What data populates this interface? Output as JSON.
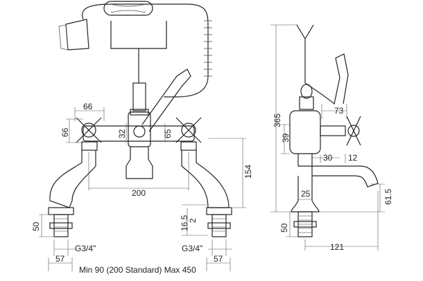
{
  "front_view": {
    "dims": {
      "handle_width": "66",
      "valve_height": "66",
      "body_center": "32",
      "right_offset": "65",
      "center_distance": "200",
      "overall_height_front": "154",
      "offset_small": "16.5",
      "offset_2": "2",
      "shank_length_left": "50",
      "thread_left": "G3/4\"",
      "thread_right": "G3/4\"",
      "nut_width_left": "57",
      "nut_width_right": "57",
      "centers_range": "Min 90 (200 Standard) Max 450"
    }
  },
  "side_view": {
    "dims": {
      "overall_height": "365",
      "lever_reach": "73",
      "body_height": "39",
      "offset_30": "30",
      "offset_12": "12",
      "pillar_dia": "25",
      "spout_height": "61.5",
      "shank_length": "50",
      "spout_projection": "121"
    }
  }
}
